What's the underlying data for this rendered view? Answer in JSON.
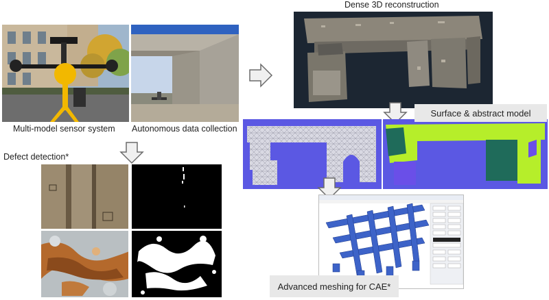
{
  "captions": {
    "sensor_system": "Multi-model sensor system",
    "data_collection": "Autonomous data collection",
    "dense_reconstruction": "Dense 3D reconstruction",
    "defect_detection": "Defect detection*",
    "surface_model": "Surface & abstract model",
    "meshing": "Advanced meshing for CAE*"
  },
  "arrow_icon": "hollow-arrow-icon",
  "colors": {
    "mesh_panel_bg": "#5b58e3",
    "abstract_wall": "#b6ee2a",
    "abstract_pier": "#1f6b5a",
    "abstract_accent": "#6a4fe8",
    "cae_beams": "#3d63c8",
    "reconstruction_bg": "#1c2632",
    "arrow_fill": "#f0f0f0",
    "arrow_stroke": "#6a6a6a",
    "label_bg": "#e8e8e8"
  }
}
